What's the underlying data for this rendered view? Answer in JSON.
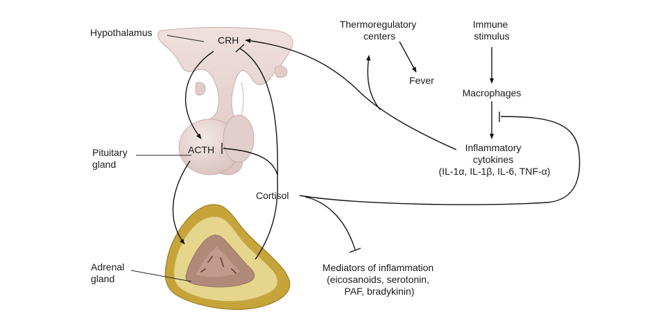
{
  "labels": {
    "hypothalamus": "Hypothalamus",
    "pituitary": [
      "Pituitary",
      "gland"
    ],
    "adrenal": [
      "Adrenal",
      "gland"
    ],
    "crh": "CRH",
    "acth": "ACTH",
    "cortisol": "Cortisol",
    "thermo": [
      "Thermoregulatory",
      "centers"
    ],
    "fever": "Fever",
    "immune": [
      "Immune",
      "stimulus"
    ],
    "macrophages": "Macrophages",
    "cytokines": [
      "Inflammatory",
      "cytokines",
      "(IL-1α, IL-1β, IL-6, TNF-α)"
    ],
    "mediators": [
      "Mediators of inflammation",
      "(eicosanoids, serotonin,",
      "PAF, bradykinin)"
    ]
  },
  "colors": {
    "tissue_pink": "#e9d7d5",
    "tissue_shadow": "#d4bab8",
    "adrenal_capsule": "#c6a43a",
    "adrenal_cortex": "#e6d58c",
    "adrenal_medulla": "#b08a79",
    "arrows": "#111111"
  }
}
